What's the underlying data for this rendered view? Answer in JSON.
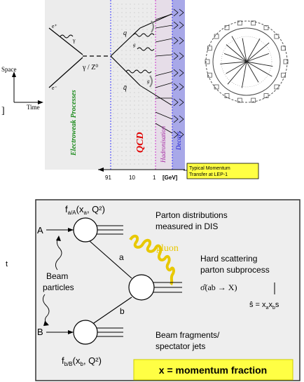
{
  "top_diagram": {
    "space_label": "Space",
    "time_label": "Time",
    "e_plus": "e⁺",
    "e_minus": "e⁻",
    "gamma_z": "γ / Z⁰",
    "gamma": "γ",
    "q": "q",
    "q_bar": "q̄",
    "g": "g",
    "region_electroweak": "Electroweak Processes",
    "region_qcd": "QCD",
    "region_hadronisation": "Hadronisation",
    "region_decays": "Decays",
    "energy_scale": [
      "91",
      "10",
      "1",
      "[GeV]"
    ],
    "momentum_box": "Typical Momentum Transfer at LEP-1",
    "left_mark": "]",
    "colors": {
      "panel_bg": "#ececec",
      "hadronisation_bg": "#e6dde8",
      "decays_bg": "#a8a8e8",
      "electroweak_text": "#1a8a1a",
      "qcd_text": "#e00000",
      "hadronisation_text": "#a020a0",
      "decays_text": "#1a1ad0",
      "box_bg": "#ffff44"
    }
  },
  "bottom_diagram": {
    "f_a_A": "f",
    "f_a_A_sub": "a/A",
    "f_a_A_args": "(x",
    "f_a_A_args_sub": "a",
    "f_a_A_args_end": ", Q²)",
    "parton_distributions": "Parton distributions",
    "measured_in_dis": "measured in DIS",
    "label_A": "A",
    "label_a": "a",
    "label_B": "B",
    "label_b": "b",
    "gluon": "gluon",
    "hard_scattering": "Hard scattering",
    "parton_subprocess": "parton subprocess",
    "sigma": "σ̂(ab → X)",
    "s_hat": "ŝ = x",
    "s_hat_a": "a",
    "s_hat_mid": "x",
    "s_hat_b": "b",
    "s_hat_end": "s",
    "beam": "Beam",
    "particles": "particles",
    "beam_fragments": "Beam fragments/",
    "spectator_jets": "spectator jets",
    "f_b_B": "f",
    "f_b_B_sub": "b/B",
    "f_b_B_args": "(x",
    "f_b_B_args_sub": "b",
    "f_b_B_args_end": ", Q²)",
    "momentum_fraction": "x = momentum fraction",
    "left_mark": "t",
    "colors": {
      "frame": "#333333",
      "bg": "#eeeeee",
      "gluon": "#e8c800",
      "box_bg": "#ffff44"
    }
  }
}
